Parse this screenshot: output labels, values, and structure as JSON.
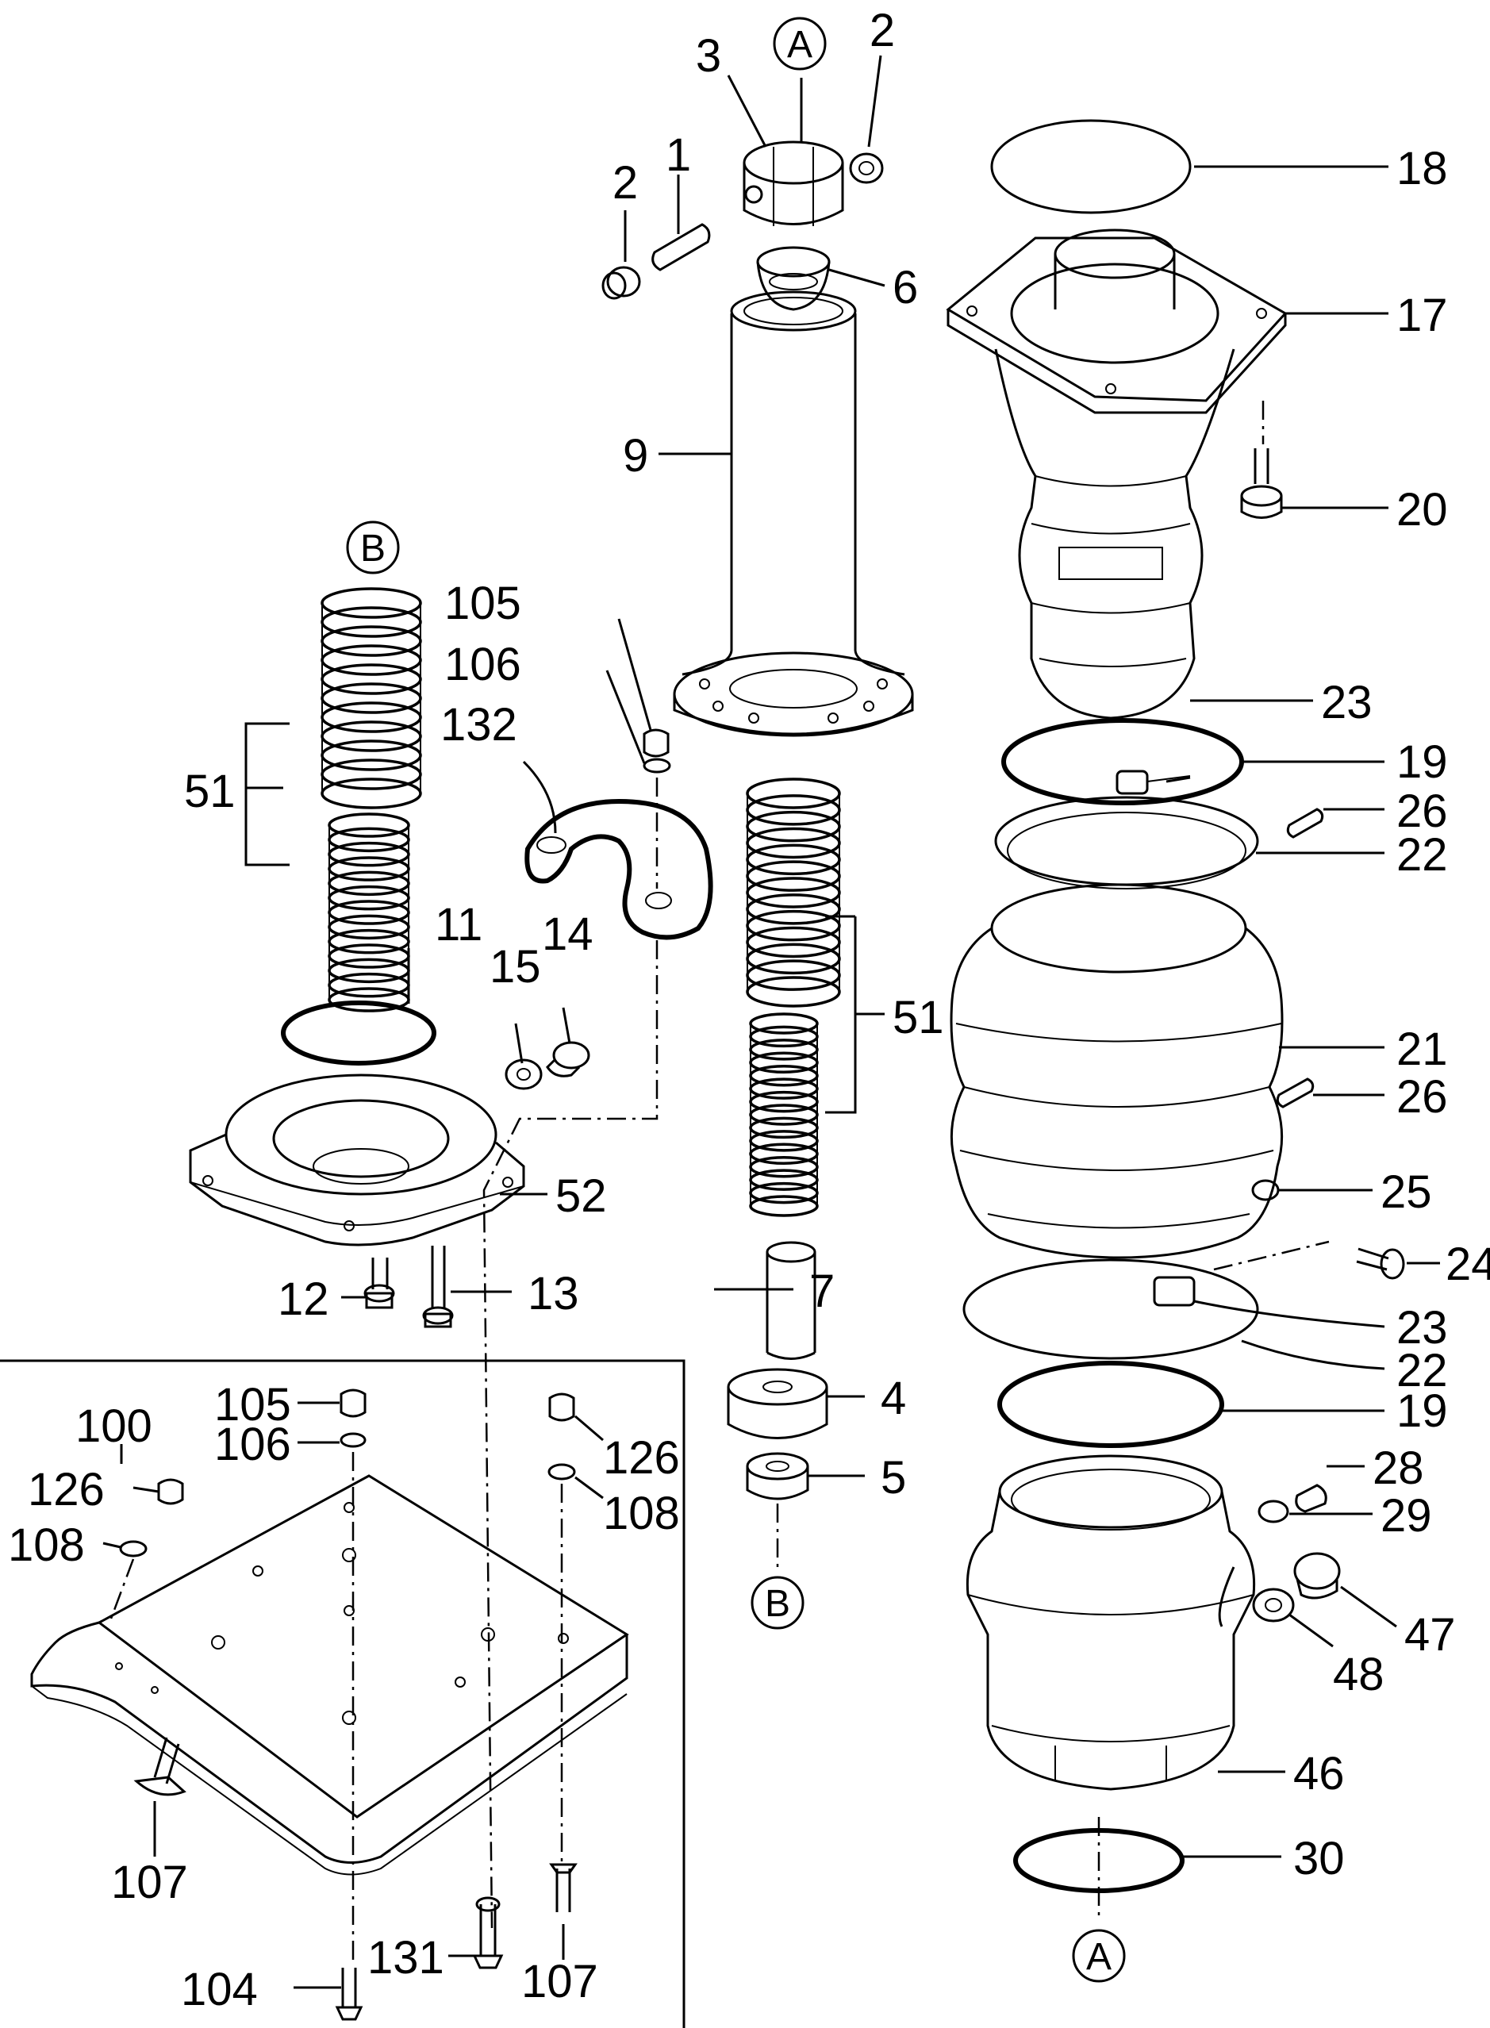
{
  "reference_markers": [
    {
      "id": "A_top",
      "label": "A"
    },
    {
      "id": "B_left",
      "label": "B"
    },
    {
      "id": "B_mid",
      "label": "B"
    },
    {
      "id": "A_bottom",
      "label": "A"
    }
  ],
  "callouts": [
    {
      "id": "c1",
      "label": "1"
    },
    {
      "id": "c2a",
      "label": "2"
    },
    {
      "id": "c2b",
      "label": "2"
    },
    {
      "id": "c3",
      "label": "3"
    },
    {
      "id": "c4",
      "label": "4"
    },
    {
      "id": "c5",
      "label": "5"
    },
    {
      "id": "c6",
      "label": "6"
    },
    {
      "id": "c7",
      "label": "7"
    },
    {
      "id": "c9",
      "label": "9"
    },
    {
      "id": "c11",
      "label": "11"
    },
    {
      "id": "c12",
      "label": "12"
    },
    {
      "id": "c13",
      "label": "13"
    },
    {
      "id": "c14",
      "label": "14"
    },
    {
      "id": "c15",
      "label": "15"
    },
    {
      "id": "c17",
      "label": "17"
    },
    {
      "id": "c18",
      "label": "18"
    },
    {
      "id": "c19a",
      "label": "19"
    },
    {
      "id": "c19b",
      "label": "19"
    },
    {
      "id": "c20",
      "label": "20"
    },
    {
      "id": "c21",
      "label": "21"
    },
    {
      "id": "c22a",
      "label": "22"
    },
    {
      "id": "c22b",
      "label": "22"
    },
    {
      "id": "c23a",
      "label": "23"
    },
    {
      "id": "c23b",
      "label": "23"
    },
    {
      "id": "c24",
      "label": "24"
    },
    {
      "id": "c25",
      "label": "25"
    },
    {
      "id": "c26a",
      "label": "26"
    },
    {
      "id": "c26b",
      "label": "26"
    },
    {
      "id": "c28",
      "label": "28"
    },
    {
      "id": "c29",
      "label": "29"
    },
    {
      "id": "c30",
      "label": "30"
    },
    {
      "id": "c46",
      "label": "46"
    },
    {
      "id": "c47",
      "label": "47"
    },
    {
      "id": "c48",
      "label": "48"
    },
    {
      "id": "c51a",
      "label": "51"
    },
    {
      "id": "c51b",
      "label": "51"
    },
    {
      "id": "c52",
      "label": "52"
    },
    {
      "id": "c100",
      "label": "100"
    },
    {
      "id": "c104",
      "label": "104"
    },
    {
      "id": "c105a",
      "label": "105"
    },
    {
      "id": "c105b",
      "label": "105"
    },
    {
      "id": "c106a",
      "label": "106"
    },
    {
      "id": "c106b",
      "label": "106"
    },
    {
      "id": "c107a",
      "label": "107"
    },
    {
      "id": "c107b",
      "label": "107"
    },
    {
      "id": "c108a",
      "label": "108"
    },
    {
      "id": "c108b",
      "label": "108"
    },
    {
      "id": "c126a",
      "label": "126"
    },
    {
      "id": "c126b",
      "label": "126"
    },
    {
      "id": "c131",
      "label": "131"
    },
    {
      "id": "c132",
      "label": "132"
    }
  ]
}
